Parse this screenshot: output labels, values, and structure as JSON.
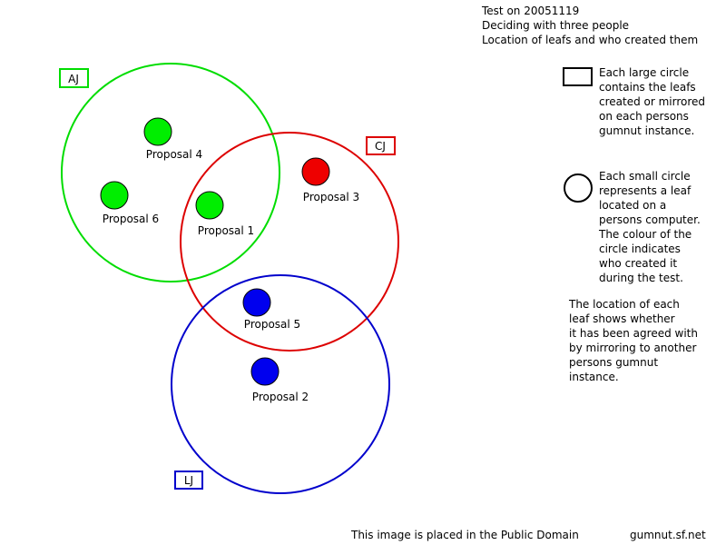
{
  "header": {
    "line1": "Test on 20051119",
    "line2": "Deciding with three people",
    "line3": "Location of leafs and who created them"
  },
  "people": [
    {
      "id": "aj",
      "label": "AJ",
      "color": "#00dd00"
    },
    {
      "id": "cj",
      "label": "CJ",
      "color": "#dd0000"
    },
    {
      "id": "lj",
      "label": "LJ",
      "color": "#0000cc"
    }
  ],
  "proposals": [
    {
      "label": "Proposal 4",
      "creator": "aj",
      "color": "#00ee00"
    },
    {
      "label": "Proposal 6",
      "creator": "aj",
      "color": "#00ee00"
    },
    {
      "label": "Proposal 1",
      "creator": "aj",
      "color": "#00ee00"
    },
    {
      "label": "Proposal 3",
      "creator": "cj",
      "color": "#ee0000"
    },
    {
      "label": "Proposal 5",
      "creator": "lj",
      "color": "#0000ee"
    },
    {
      "label": "Proposal 2",
      "creator": "lj",
      "color": "#0000ee"
    }
  ],
  "legend": {
    "large_circle": [
      "Each large circle",
      "contains the leafs",
      "created or mirrored",
      "on each persons",
      "gumnut instance."
    ],
    "small_circle": [
      "Each small circle",
      "represents a leaf",
      "located on a",
      "persons computer.",
      "The colour of the",
      "circle indicates",
      "who created it",
      "during the test."
    ],
    "location_note": [
      "The location of each",
      "leaf shows whether",
      "it has been agreed with",
      "by mirroring to another",
      "persons gumnut",
      "instance."
    ]
  },
  "footer": {
    "license": "This image is placed in the Public Domain",
    "site": "gumnut.sf.net"
  }
}
